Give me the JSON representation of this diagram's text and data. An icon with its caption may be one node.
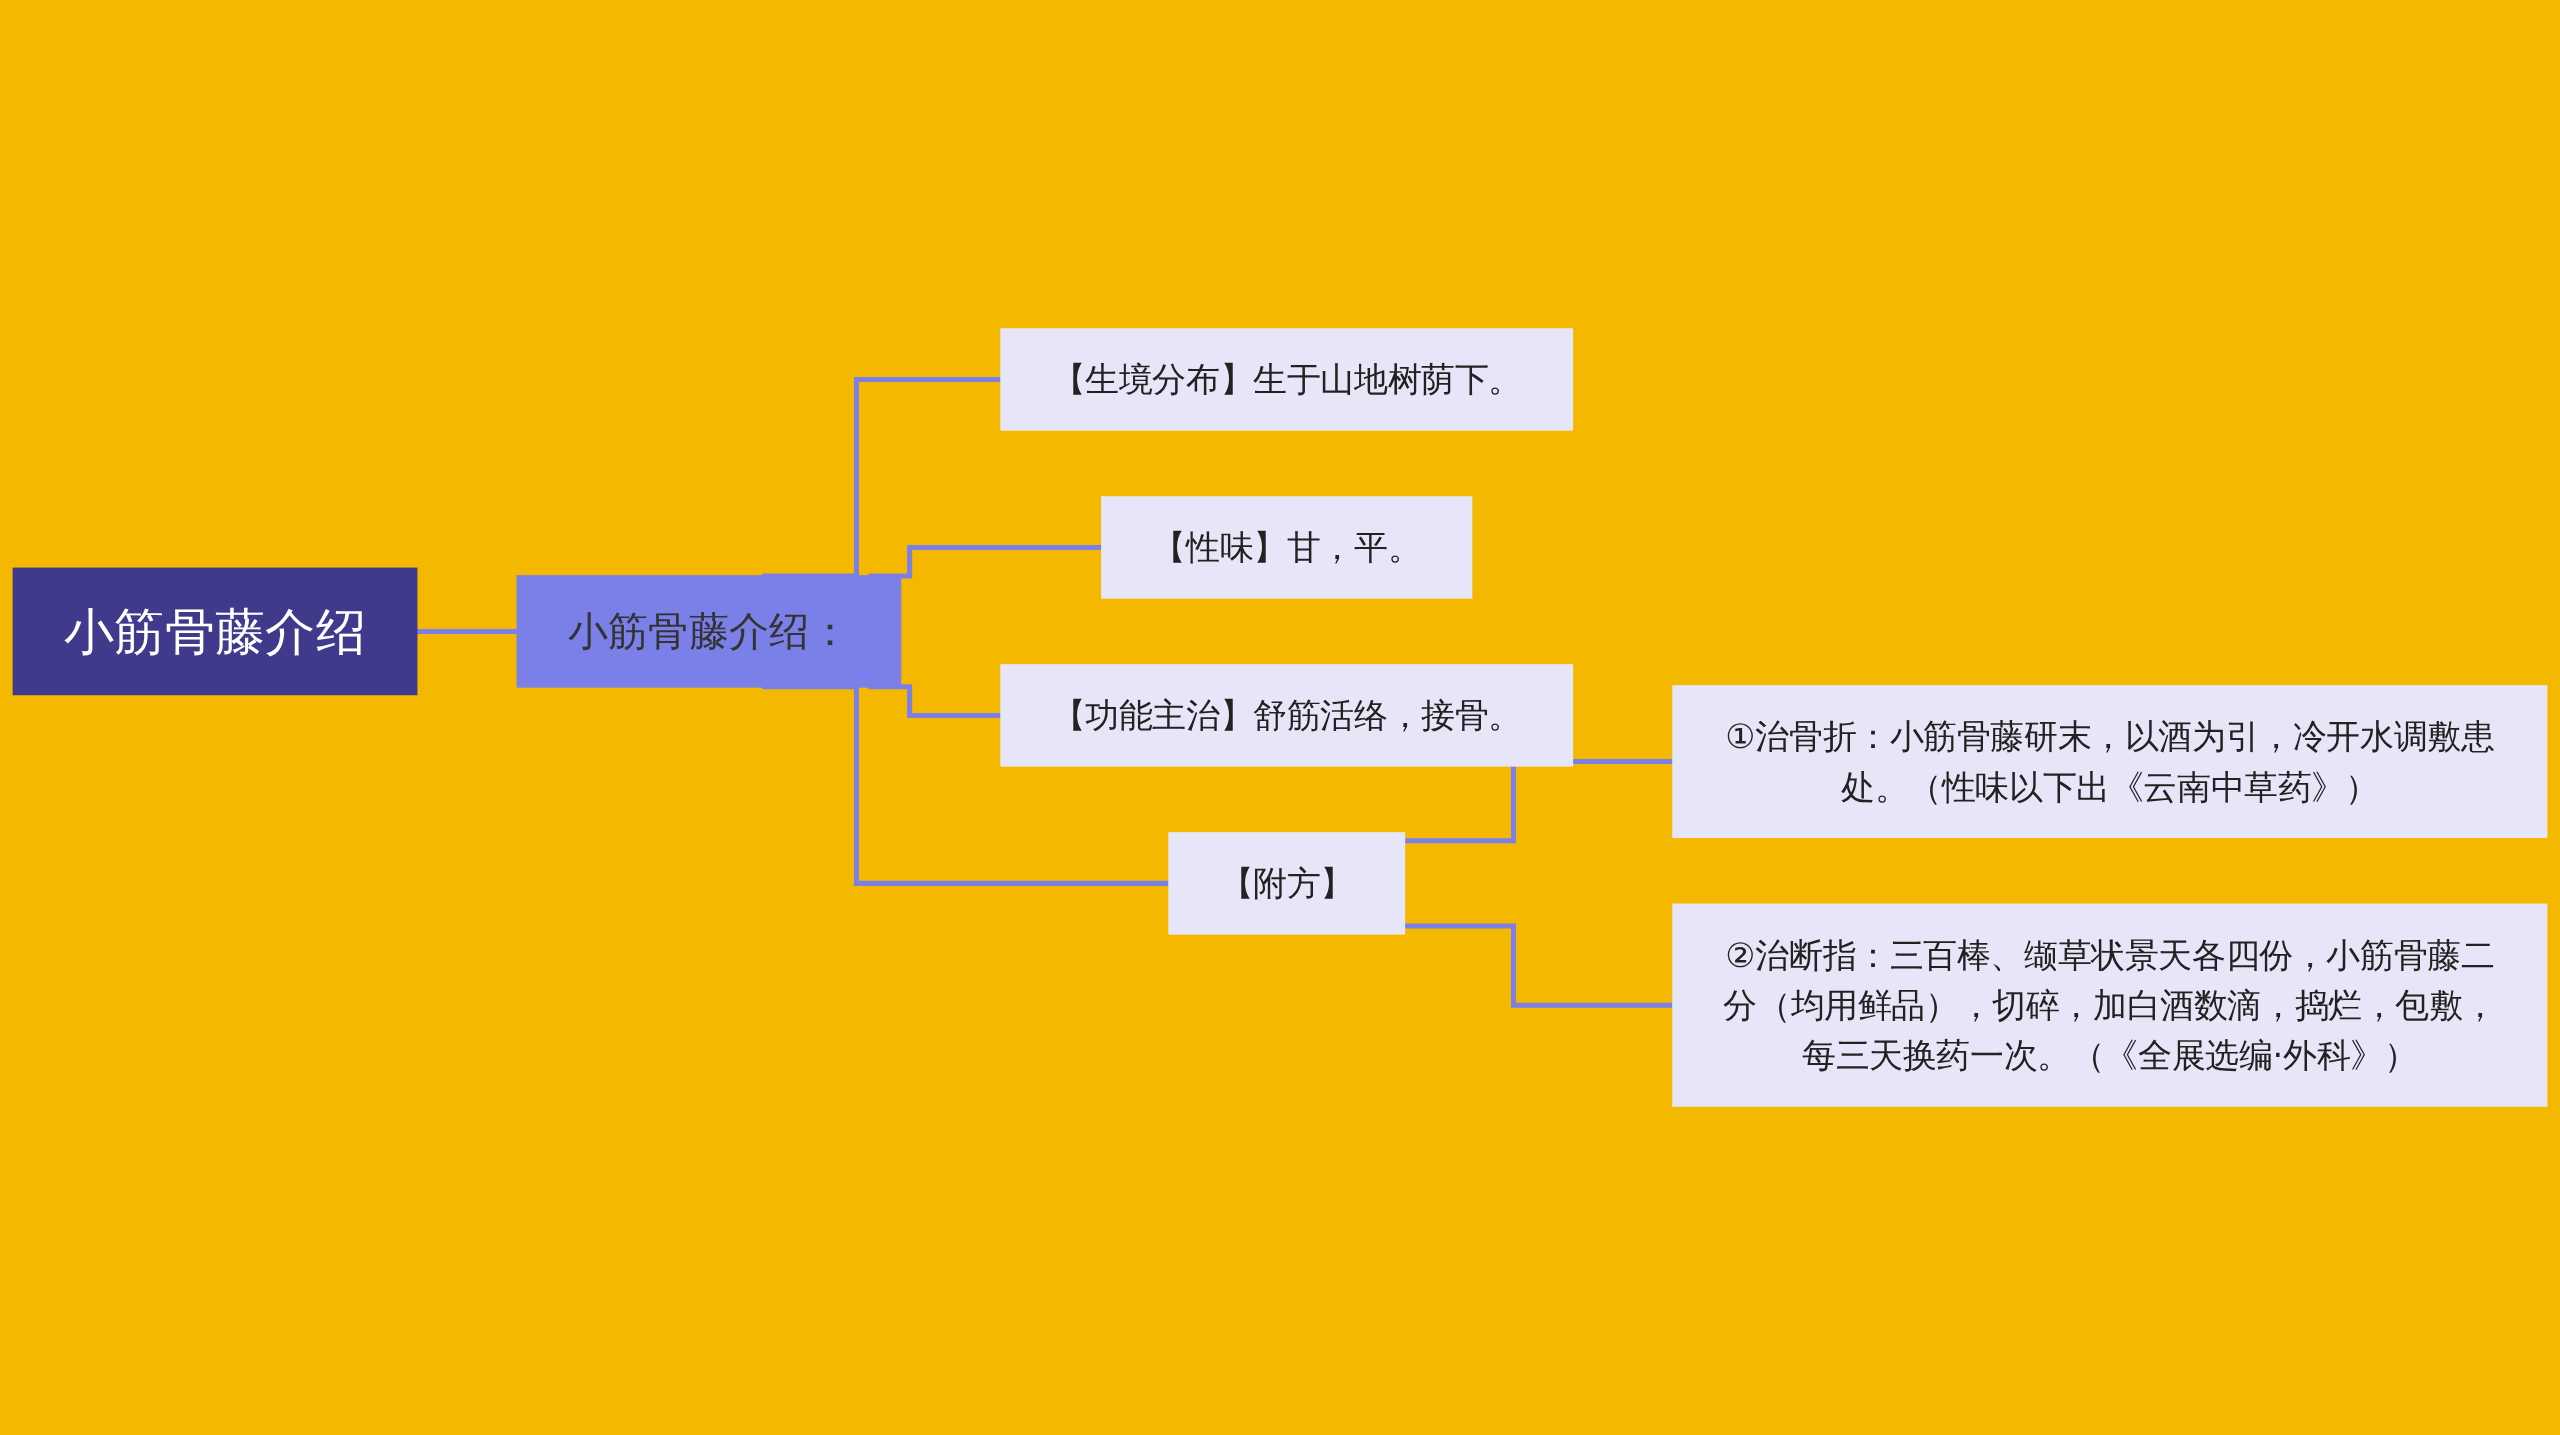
{
  "diagram": {
    "nodes": [
      {
        "text": [
          "小筋骨藤介绍"
        ]
      },
      {
        "text": [
          "小筋骨藤介绍："
        ]
      },
      {
        "text": [
          "【生境分布】生于山地树荫下。"
        ]
      },
      {
        "text": [
          "【性味】甘，平。"
        ]
      },
      {
        "text": [
          "【功能主治】舒筋活络，接骨。"
        ]
      },
      {
        "text": [
          "【附方】"
        ]
      },
      {
        "text": [
          "①治骨折：小筋骨藤研末，以酒为引，冷开水调敷患处。（性味以下出《云南中草药》）"
        ]
      },
      {
        "text": [
          "②治断指：三百棒、缬草状景天各四份，小筋骨藤二分（均用鲜品），切碎，加白酒数滴，捣烂，包敷，每三天换药一次。（《全展选编·外科》）"
        ]
      }
    ],
    "edges": [
      {
        "from": 0,
        "to": 1,
        "arrow": "none"
      },
      {
        "from": 1,
        "to": 2,
        "arrow": "none"
      },
      {
        "from": 1,
        "to": 3,
        "arrow": "none"
      },
      {
        "from": 1,
        "to": 4,
        "arrow": "none"
      },
      {
        "from": 1,
        "to": 5,
        "arrow": "none"
      },
      {
        "from": 5,
        "to": 6,
        "arrow": "none"
      },
      {
        "from": 5,
        "to": 7,
        "arrow": "none"
      }
    ]
  }
}
